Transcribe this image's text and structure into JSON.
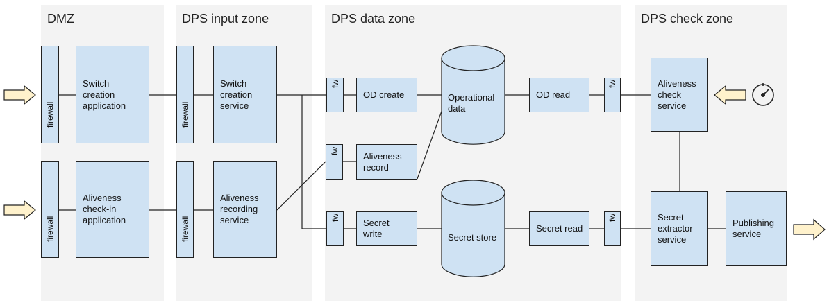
{
  "zones": {
    "dmz": "DMZ",
    "input": "DPS input zone",
    "data": "DPS data zone",
    "check": "DPS check zone"
  },
  "firewalls": {
    "dmz_top": "firewall",
    "dmz_bottom": "firewall",
    "input_top": "firewall",
    "input_bottom": "firewall"
  },
  "fw_small": {
    "od_create": "fw",
    "aliveness_record": "fw",
    "secret_write": "fw",
    "od_read": "fw",
    "secret_read": "fw"
  },
  "nodes": {
    "switch_creation_application": "Switch\ncreation\napplication",
    "aliveness_checkin_application": "Aliveness\ncheck-in\napplication",
    "switch_creation_service": "Switch\ncreation\nservice",
    "aliveness_recording_service": "Aliveness\nrecording\nservice",
    "od_create": "OD create",
    "aliveness_record": "Aliveness\nrecord",
    "secret_write": "Secret\nwrite",
    "operational_data": "Operational\ndata",
    "secret_store": "Secret store",
    "od_read": "OD read",
    "secret_read": "Secret read",
    "aliveness_check_service": "Aliveness\ncheck\nservice",
    "secret_extractor_service": "Secret\nextractor\nservice",
    "publishing_service": "Publishing\nservice"
  },
  "icons": {
    "timer": "stopwatch-icon",
    "input_arrows": "arrow-right-icon",
    "output_arrow": "arrow-right-icon"
  },
  "colors": {
    "box_fill": "#cfe2f3",
    "zone_fill": "#f3f3f3",
    "arrow_fill": "#fff2cc",
    "stroke": "#222222"
  }
}
